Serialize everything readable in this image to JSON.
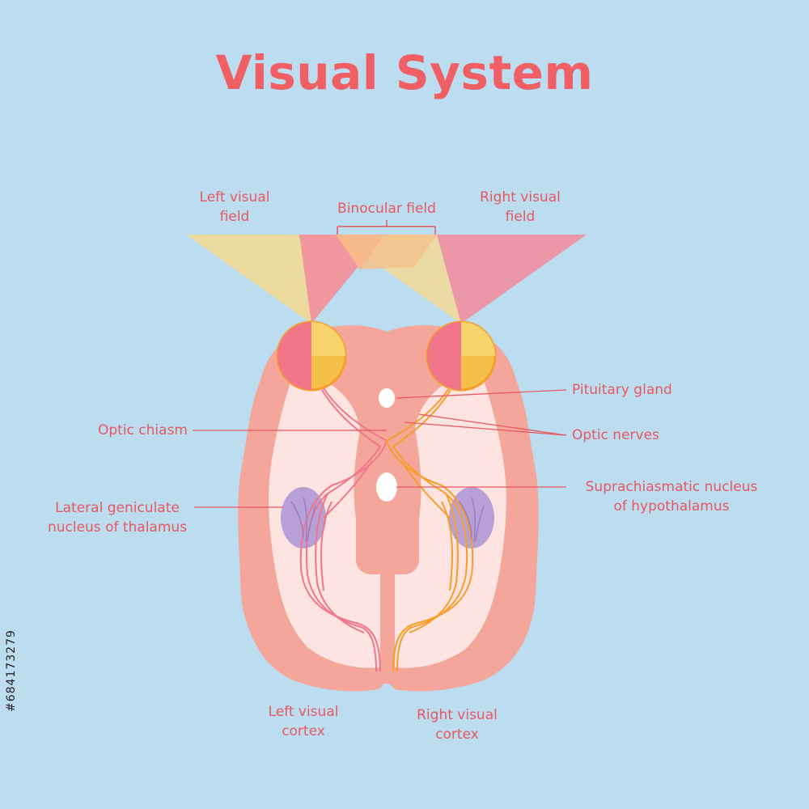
{
  "title": "Visual System",
  "labels": {
    "left_visual_field": [
      "Left visual",
      "field"
    ],
    "binocular_field": "Binocular field",
    "right_visual_field": [
      "Right visual",
      "field"
    ],
    "pituitary_gland": "Pituitary gland",
    "optic_chiasm": "Optic chiasm",
    "optic_nerves": "Optic nerves",
    "suprachiasmatic": [
      "Suprachiasmatic nucleus",
      "of hypothalamus"
    ],
    "lateral_geniculate": [
      "Lateral geniculate",
      "nucleus of thalamus"
    ],
    "left_visual_cortex": [
      "Left visual",
      "cortex"
    ],
    "right_visual_cortex": [
      "Right visual",
      "cortex"
    ]
  },
  "stock_id": "#684173279",
  "colors": {
    "background": "#bcdcf0",
    "accent_text": "#ef5f64",
    "brain_outer": "#f4a69a",
    "brain_inner": "#fde4e1",
    "left_pathway": "#f1768a",
    "right_pathway": "#f59e2a",
    "thalamus": "#b7a0d6",
    "field_yellow": "#efd99a",
    "field_pink": "#ef8fa0",
    "field_overlap": "#f7b98a"
  }
}
